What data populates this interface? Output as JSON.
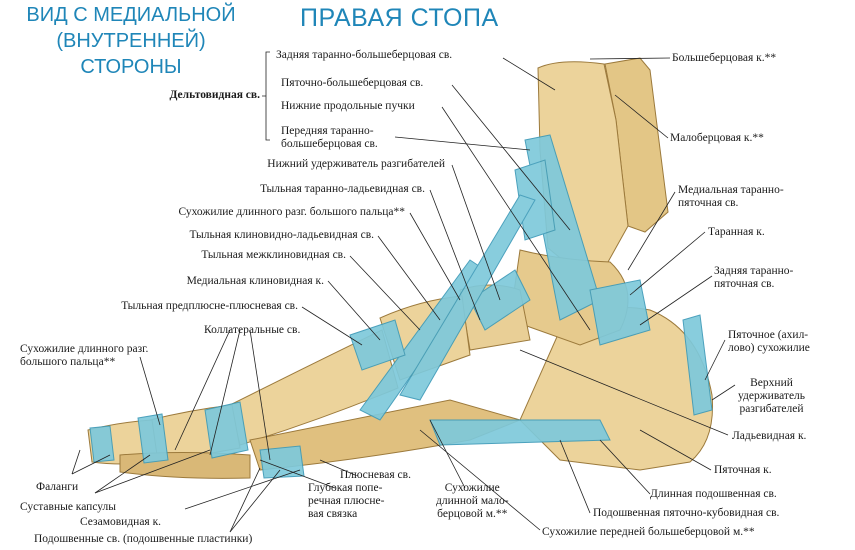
{
  "header": {
    "view_title": "ВИД С МЕДИАЛЬНОЙ\n(ВНУТРЕННЕЙ)\nСТОРОНЫ",
    "main_title": "ПРАВАЯ СТОПА"
  },
  "labels_left": {
    "deltoid": "Дельтовидная св.",
    "post_tibiotalar": "Задняя таранно-большеберцовая св.",
    "tibiocalcaneal": "Пяточно-большеберцовая св.",
    "lower_bundles": "Нижние продольные пучки",
    "ant_tibiotalar": "Передняя таранно-\nбольшеберцовая св.",
    "inf_extensor_retinaculum": "Нижний удерживатель разгибателей",
    "dorsal_talonavicular": "Тыльная таранно-ладьевидная св.",
    "ehl_tendon": "Сухожилие длинного разг. большого пальца**",
    "dorsal_cuneonavicular": "Тыльная клиновидно-ладьевидная св.",
    "dorsal_intercuneiform": "Тыльная межклиновидная св.",
    "medial_cuneiform": "Медиальная клиновидная к.",
    "dorsal_tarsometatarsal": "Тыльная предплюсне-плюсневая св.",
    "collateral": "Коллатеральные св.",
    "ehl_tendon2": "Сухожилие длинного разг.\nбольшого пальца**",
    "phalanges": "Фаланги",
    "joint_capsules": "Суставные капсулы",
    "sesamoid": "Сезамовидная к.",
    "plantar_plates": "Подошвенные св. (подошвенные пластинки)",
    "metatarsal": "Плюсневая св.",
    "deep_transverse": "Глубокая попе-\nречная плюсне-\nвая связка",
    "pl_tendon": "Сухожилие\nдлинной мало-\nберцовой м.**"
  },
  "labels_right": {
    "tibia": "Большеберцовая к.**",
    "fibula": "Малоберцовая к.**",
    "medial_talocalcaneal": "Медиальная таранно-\nпяточная св.",
    "talus": "Таранная к.",
    "post_talocalcaneal": "Задняя таранно-\nпяточная св.",
    "achilles": "Пяточное (ахил-\nлово) сухожилие",
    "sup_retinaculum": "Верхний\nудерживатель\nразгибателей",
    "navicular": "Ладьевидная к.",
    "calcaneus": "Пяточная к.",
    "long_plantar": "Длинная подошвенная св.",
    "plantar_calcaneocuboid": "Подошвенная пяточно-кубовидная св.",
    "tibialis_anterior": "Сухожилие передней большеберцовой м.**"
  },
  "colors": {
    "title": "#1f86b8",
    "bone": "#e9cf96",
    "bone_shadow": "#c9a867",
    "ligament": "#7ec9db",
    "ligament_dark": "#3d9ab8",
    "leader": "#222222"
  }
}
